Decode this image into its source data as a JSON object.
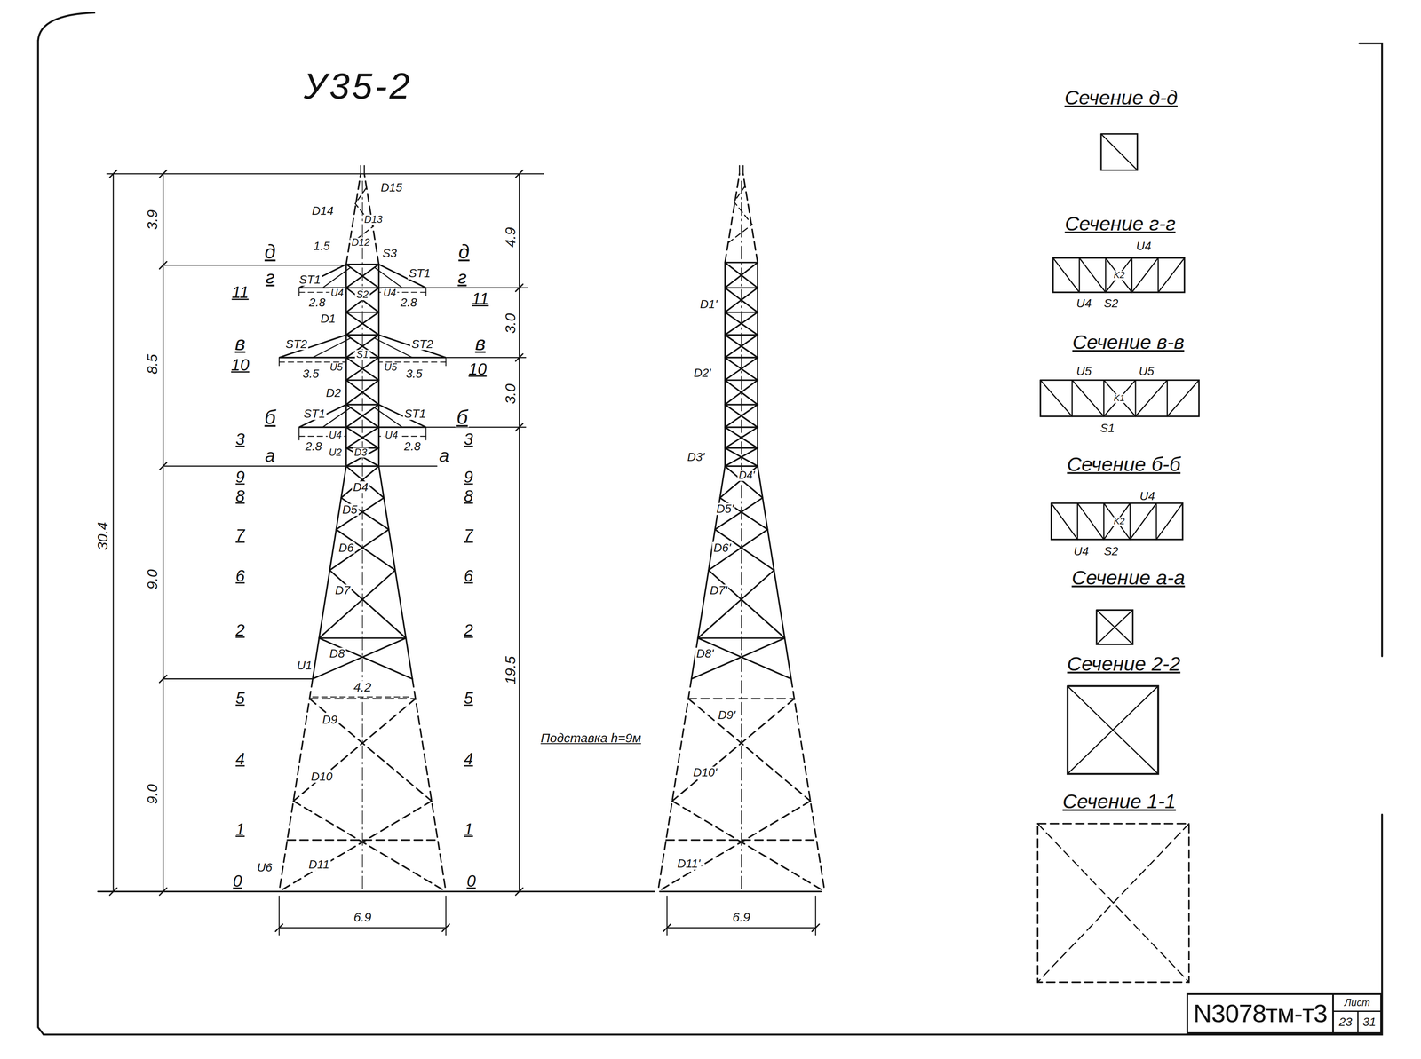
{
  "diagram": {
    "title": "У35-2",
    "nodes": [
      {
        "text": [
          "Сечение д-д"
        ]
      },
      {
        "text": [
          "Сечение г-г"
        ]
      },
      {
        "text": [
          "Сечение в-в"
        ]
      },
      {
        "text": [
          "Сечение б-б"
        ]
      },
      {
        "text": [
          "Сечение а-а"
        ]
      },
      {
        "text": [
          "Сечение 2-2"
        ]
      },
      {
        "text": [
          "Сечение 1-1"
        ]
      },
      {
        "text": [
          "N3078тм-т3"
        ]
      },
      {
        "text": [
          "Лист",
          "23",
          "31"
        ]
      }
    ],
    "labels": [
      "3.9",
      "8.5",
      "9.0",
      "9.0",
      "30.4",
      "4.9",
      "3.0",
      "3.0",
      "19.5",
      "д",
      "г",
      "11",
      "в",
      "10",
      "б",
      "3",
      "а",
      "9",
      "8",
      "7",
      "6",
      "2",
      "5",
      "4",
      "1",
      "0",
      "д",
      "г",
      "11",
      "в",
      "10",
      "б",
      "3",
      "а",
      "9",
      "8",
      "7",
      "6",
      "2",
      "5",
      "4",
      "1",
      "0",
      "D15",
      "D14",
      "D13",
      "D12",
      "S3",
      "1.5",
      "ST1",
      "ST1",
      "2.8",
      "U4",
      "S2",
      "U4",
      "2.8",
      "D1",
      "ST2",
      "ST2",
      "U5",
      "S1",
      "U5",
      "3.5",
      "3.5",
      "D2",
      "ST1",
      "ST1",
      "U4",
      "U4",
      "2.8",
      "2.8",
      "U2",
      "D3",
      "D4",
      "D5",
      "D6",
      "D7",
      "D8",
      "U1",
      "4.2",
      "D9",
      "D10",
      "U6",
      "D11",
      "6.9",
      "D1'",
      "D2'",
      "D3'",
      "D4'",
      "D5'",
      "D6'",
      "D7'",
      "D8'",
      "D9'",
      "D10'",
      "D11'",
      "Подставка h=9м",
      "6.9",
      "U4",
      "U4",
      "S2",
      "K2",
      "U5",
      "U5",
      "K1",
      "S1",
      "U4",
      "K2",
      "U4",
      "S2"
    ]
  }
}
